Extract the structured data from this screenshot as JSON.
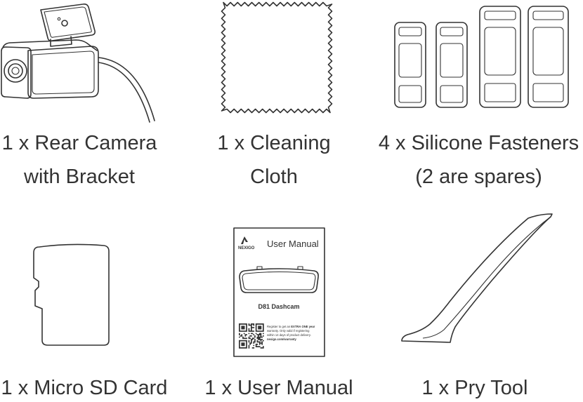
{
  "colors": {
    "line": "#333333",
    "text": "#333333",
    "background": "#ffffff"
  },
  "items": [
    {
      "icon": "rear-camera-icon",
      "caption": [
        "1 x Rear Camera",
        "with Bracket"
      ]
    },
    {
      "icon": "cleaning-cloth-icon",
      "caption": [
        "1 x Cleaning",
        "Cloth"
      ]
    },
    {
      "icon": "silicone-fasteners-icon",
      "caption": [
        "4 x Silicone Fasteners",
        "(2 are spares)"
      ]
    },
    {
      "icon": "micro-sd-card-icon",
      "caption": [
        "1 x Micro SD Card"
      ]
    },
    {
      "icon": "user-manual-icon",
      "caption": [
        "1 x User Manual"
      ]
    },
    {
      "icon": "pry-tool-icon",
      "caption": [
        "1 x Pry Tool"
      ]
    }
  ],
  "manual": {
    "brand": "NEXIGO",
    "title": "User Manual",
    "model": "D81 Dashcam",
    "warranty": {
      "line1": "Register to get an",
      "line1_bold": "EXTRA ONE year",
      "line2": "warranty. Only valid if registering",
      "line3": "within 14 days of product delivery.",
      "line4": "nexigo.com/warranty"
    }
  }
}
